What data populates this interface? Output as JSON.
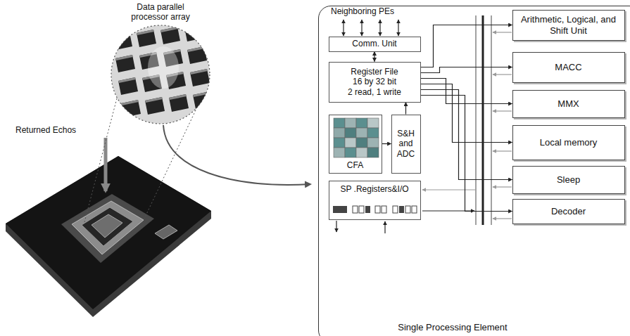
{
  "diagram": {
    "nodes": [
      {
        "text": [
          "Single Processing Element"
        ]
      },
      {
        "text": [
          "Comm. Unit"
        ],
        "in": 0
      },
      {
        "text": [
          "Register File",
          "16 by 32 bit",
          "2 read, 1 write"
        ],
        "in": 0
      },
      {
        "text": [
          "CFA"
        ],
        "in": 0
      },
      {
        "text": [
          "S&H and ADC"
        ],
        "in": 0
      },
      {
        "text": [
          "SP .Registers&I/O"
        ],
        "in": 0
      },
      {
        "text": [
          "Arithmetic, Logical, and Shift Unit"
        ],
        "in": 0
      },
      {
        "text": [
          "MACC"
        ],
        "in": 0
      },
      {
        "text": [
          "MMX"
        ],
        "in": 0
      },
      {
        "text": [
          "Local memory"
        ],
        "in": 0
      },
      {
        "text": [
          "Sleep"
        ],
        "in": 0
      },
      {
        "text": [
          "Decoder"
        ],
        "in": 0
      }
    ],
    "edges": [
      {
        "from": 1,
        "to": 2,
        "arrow": "both"
      },
      {
        "from": 3,
        "to": 4,
        "arrow": "to"
      },
      {
        "from": 4,
        "to": 2,
        "arrow": "to"
      },
      {
        "from": 2,
        "to": 6,
        "arrow": "to"
      },
      {
        "from": 2,
        "to": 7,
        "arrow": "to"
      },
      {
        "from": 2,
        "to": 8,
        "arrow": "to"
      },
      {
        "from": 2,
        "to": 9,
        "arrow": "to"
      },
      {
        "from": 2,
        "to": 10,
        "arrow": "to"
      },
      {
        "from": 2,
        "to": 11,
        "arrow": "to"
      }
    ],
    "labels": [
      "Data parallel processor array",
      "Returned Echos",
      "Neighboring PEs"
    ]
  }
}
